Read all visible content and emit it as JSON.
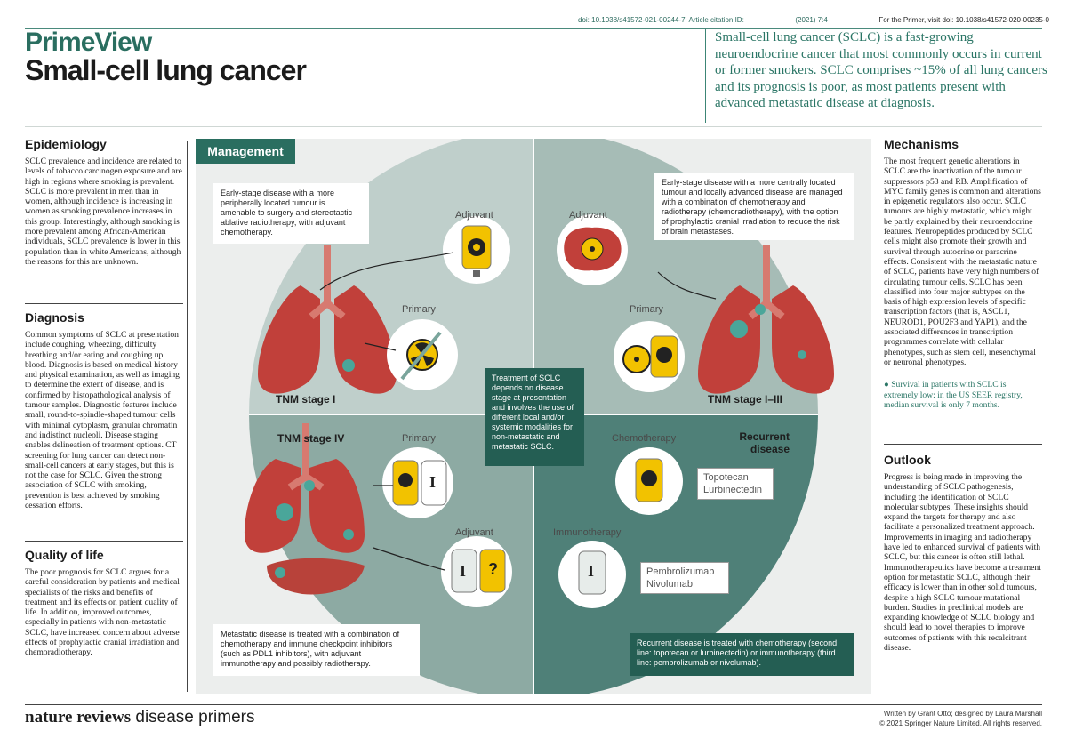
{
  "header": {
    "doi": "doi: 10.1038/s41572-021-00244-7; Article citation ID:",
    "citation": "(2021) 7:4",
    "primer_link": "For the Primer, visit doi: 10.1038/s41572-020-00235-0",
    "brand": "PrimeView",
    "title": "Small-cell lung cancer",
    "intro": "Small-cell lung cancer (SCLC) is a fast-growing neuroendocrine cancer that most commonly occurs in current or former smokers. SCLC comprises ~15% of all lung cancers and its prognosis is poor, as most patients present with advanced metastatic disease at diagnosis."
  },
  "left": {
    "epidemiology": {
      "heading": "Epidemiology",
      "text": "SCLC prevalence and incidence are related to levels of tobacco carcinogen exposure and are high in regions where smoking is prevalent. SCLC is more prevalent in men than in women, although incidence is increasing in women as smoking prevalence increases in this group. Interestingly, although smoking is more prevalent among African-American individuals, SCLC prevalence is lower in this population than in white Americans, although the reasons for this are unknown."
    },
    "diagnosis": {
      "heading": "Diagnosis",
      "text": "Common symptoms of SCLC at presentation include coughing, wheezing, difficulty breathing and/or eating and coughing up blood. Diagnosis is based on medical history and physical examination, as well as imaging to determine the extent of disease, and is confirmed by histopathological analysis of tumour samples. Diagnostic features include small, round-to-spindle-shaped tumour cells with minimal cytoplasm, granular chromatin and indistinct nucleoli. Disease staging enables delineation of treatment options. CT screening for lung cancer can detect non-small-cell cancers at early stages, but this is not the case for SCLC. Given the strong association of SCLC with smoking, prevention is best achieved by smoking cessation efforts."
    },
    "quality": {
      "heading": "Quality of life",
      "text": "The poor prognosis for SCLC argues for a careful consideration by patients and medical specialists of the risks and benefits of treatment and its effects on patient quality of life. In addition, improved outcomes, especially in patients with non-metastatic SCLC, have increased concern about adverse effects of prophylactic cranial irradiation and chemoradiotherapy."
    }
  },
  "management": {
    "label": "Management",
    "center": "Treatment of SCLC depends on disease stage at presentation and involves the use of different local and/or systemic modalities for non-metastatic and metastatic SCLC.",
    "q1": {
      "note": "Early-stage disease with a more peripherally located tumour is amenable to surgery and stereotactic ablative radiotherapy, with adjuvant chemotherapy.",
      "adjuvant": "Adjuvant",
      "primary": "Primary",
      "stage": "TNM stage I"
    },
    "q2": {
      "note": "Early-stage disease with a more centrally located tumour and locally advanced disease are managed with a combination of chemotherapy and radiotherapy (chemoradiotherapy), with the option of prophylactic cranial irradiation to reduce the risk of brain metastases.",
      "adjuvant": "Adjuvant",
      "primary": "Primary",
      "stage": "TNM stage I–III"
    },
    "q3": {
      "stage": "TNM stage IV",
      "primary": "Primary",
      "adjuvant": "Adjuvant",
      "note": "Metastatic disease is treated with a combination of chemotherapy and immune checkpoint inhibitors (such as PDL1 inhibitors), with adjuvant immunotherapy and possibly radiotherapy."
    },
    "q4": {
      "stage_line1": "Recurrent",
      "stage_line2": "disease",
      "chemo": "Chemotherapy",
      "chemo_drug1": "Topotecan",
      "chemo_drug2": "Lurbinectedin",
      "immuno": "Immunotherapy",
      "immuno_drug1": "Pembrolizumab",
      "immuno_drug2": "Nivolumab",
      "note": "Recurrent disease is treated with chemotherapy (second line:  topotecan or lurbinectedin) or immunotherapy (third line: pembrolizumab or nivolumab)."
    },
    "symbols": {
      "immuno_letter": "I",
      "unknown": "?"
    }
  },
  "right": {
    "mechanisms": {
      "heading": "Mechanisms",
      "text": "The most frequent genetic alterations in SCLC are the inactivation of the tumour suppressors p53 and RB. Amplification of MYC family genes is common and alterations in epigenetic regulators also occur. SCLC tumours are highly metastatic, which might be partly explained by their neuroendocrine features. Neuropeptides produced by SCLC cells might also promote their growth and survival through autocrine or paracrine effects. Consistent with the metastatic nature of SCLC, patients have very high numbers of circulating tumour cells. SCLC has been classified into four major subtypes on the basis of high expression levels of specific transcription factors (that is, ASCL1, NEUROD1, POU2F3 and YAP1), and the associated differences in transcription programmes correlate with cellular phenotypes, such as stem cell, mesenchymal or neuronal phenotypes.",
      "highlight": "Survival in patients with SCLC is extremely low: in the US SEER registry, median survival is only 7 months."
    },
    "outlook": {
      "heading": "Outlook",
      "text": "Progress is being made in improving the understanding of SCLC pathogenesis, including the identification of SCLC molecular subtypes. These insights should expand the targets for therapy and also facilitate a personalized treatment approach. Improvements in imaging and radiotherapy have led to enhanced survival of patients with SCLC, but this cancer is often still lethal. Immunotherapeutics have become a treatment option for metastatic SCLC, although their efficacy is lower than in other solid tumours, despite a high SCLC tumour mutational burden. Studies in preclinical models are expanding knowledge of SCLC biology and should lead to novel therapies to improve outcomes of patients with this recalcitrant disease."
    }
  },
  "footer": {
    "logo_bold": "nature reviews",
    "logo_light": " disease primers",
    "credit1": "Written by Grant Otto; designed by Laura Marshall",
    "credit2": "© 2021 Springer Nature Limited. All rights reserved."
  },
  "colors": {
    "accent": "#2a6e60",
    "dark_teal": "#245e53",
    "lung": "#c1403a",
    "bag_yellow": "#f2c200",
    "tumour": "#4aa69a"
  }
}
